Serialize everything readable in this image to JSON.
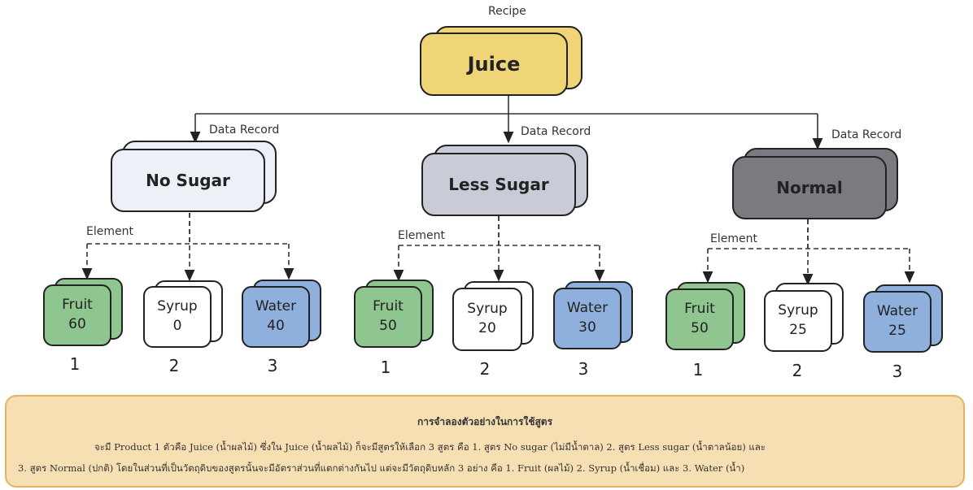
{
  "colors": {
    "juice": "#f0d578",
    "no_sugar": "#eef0f7",
    "less_sugar": "#c9ccd6",
    "normal": "#7a7a80",
    "fruit": "#8fc58e",
    "syrup": "#ffffff",
    "water": "#8fb0dc",
    "caption_bg": "#f7dfb4"
  },
  "top": {
    "label": "Recipe",
    "title": "Juice"
  },
  "groups": [
    {
      "record_label": "Data Record",
      "title": "No Sugar",
      "element_label": "Element",
      "items": [
        {
          "name": "Fruit",
          "value": "60",
          "index": "1"
        },
        {
          "name": "Syrup",
          "value": "0",
          "index": "2"
        },
        {
          "name": "Water",
          "value": "40",
          "index": "3"
        }
      ]
    },
    {
      "record_label": "Data Record",
      "title": "Less Sugar",
      "element_label": "Element",
      "items": [
        {
          "name": "Fruit",
          "value": "50",
          "index": "1"
        },
        {
          "name": "Syrup",
          "value": "20",
          "index": "2"
        },
        {
          "name": "Water",
          "value": "30",
          "index": "3"
        }
      ]
    },
    {
      "record_label": "Data Record",
      "title": "Normal",
      "element_label": "Element",
      "items": [
        {
          "name": "Fruit",
          "value": "50",
          "index": "1"
        },
        {
          "name": "Syrup",
          "value": "25",
          "index": "2"
        },
        {
          "name": "Water",
          "value": "25",
          "index": "3"
        }
      ]
    }
  ],
  "caption": {
    "title": "การจำลองตัวอย่างในการใช้สูตร",
    "line1": "จะมี Product 1 ตัวคือ Juice (น้ำผลไม้) ซึ่งใน Juice (น้ำผลไม้) ก็จะมีสูตรให้เลือก 3 สูตร คือ 1. สูตร No sugar (ไม่มีน้ำตาล) 2. สูตร Less sugar (น้ำตาลน้อย) และ",
    "line2": "3. สูตร Normal (ปกติ) โดยในส่วนที่เป็นวัตถุดิบของสูตรนั้นจะมีอัตราส่วนที่แตกต่างกันไป แต่จะมีวัตถุดิบหลัก 3 อย่าง คือ 1. Fruit (ผลไม้) 2. Syrup (น้ำเชื่อม) และ 3. Water (น้ำ)"
  }
}
